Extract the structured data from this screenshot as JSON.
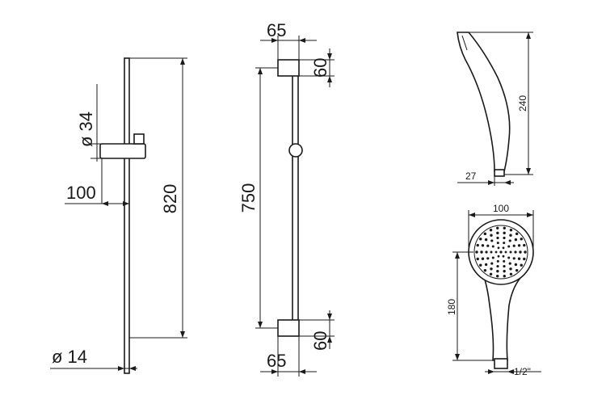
{
  "rail_front": {
    "dim_diameter_holder": "ø 34",
    "dim_offset": "100",
    "dim_total_length": "820",
    "dim_rail_diameter": "ø 14"
  },
  "rail_side": {
    "dim_bracket_top_width": "65",
    "dim_bracket_top_height": "60",
    "dim_centers": "750",
    "dim_bracket_bottom_height": "60",
    "dim_bracket_bottom_width": "65"
  },
  "handshower_side": {
    "dim_length": "240",
    "dim_handle_width": "27"
  },
  "handshower_front": {
    "dim_head_diameter": "100",
    "dim_length": "180",
    "dim_thread": "1/2\""
  }
}
